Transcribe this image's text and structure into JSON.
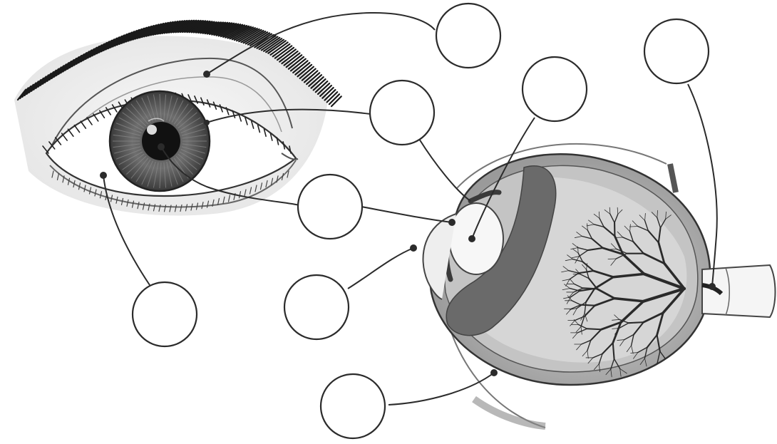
{
  "diagram": {
    "labels": [
      {
        "id": "eyelid",
        "text": ""
      },
      {
        "id": "iris",
        "text": ""
      },
      {
        "id": "pupil",
        "text": ""
      },
      {
        "id": "sclera-external",
        "text": ""
      },
      {
        "id": "lens",
        "text": ""
      },
      {
        "id": "ciliary-body",
        "text": ""
      },
      {
        "id": "cornea",
        "text": ""
      },
      {
        "id": "optic-nerve",
        "text": ""
      },
      {
        "id": "retina",
        "text": ""
      }
    ]
  }
}
